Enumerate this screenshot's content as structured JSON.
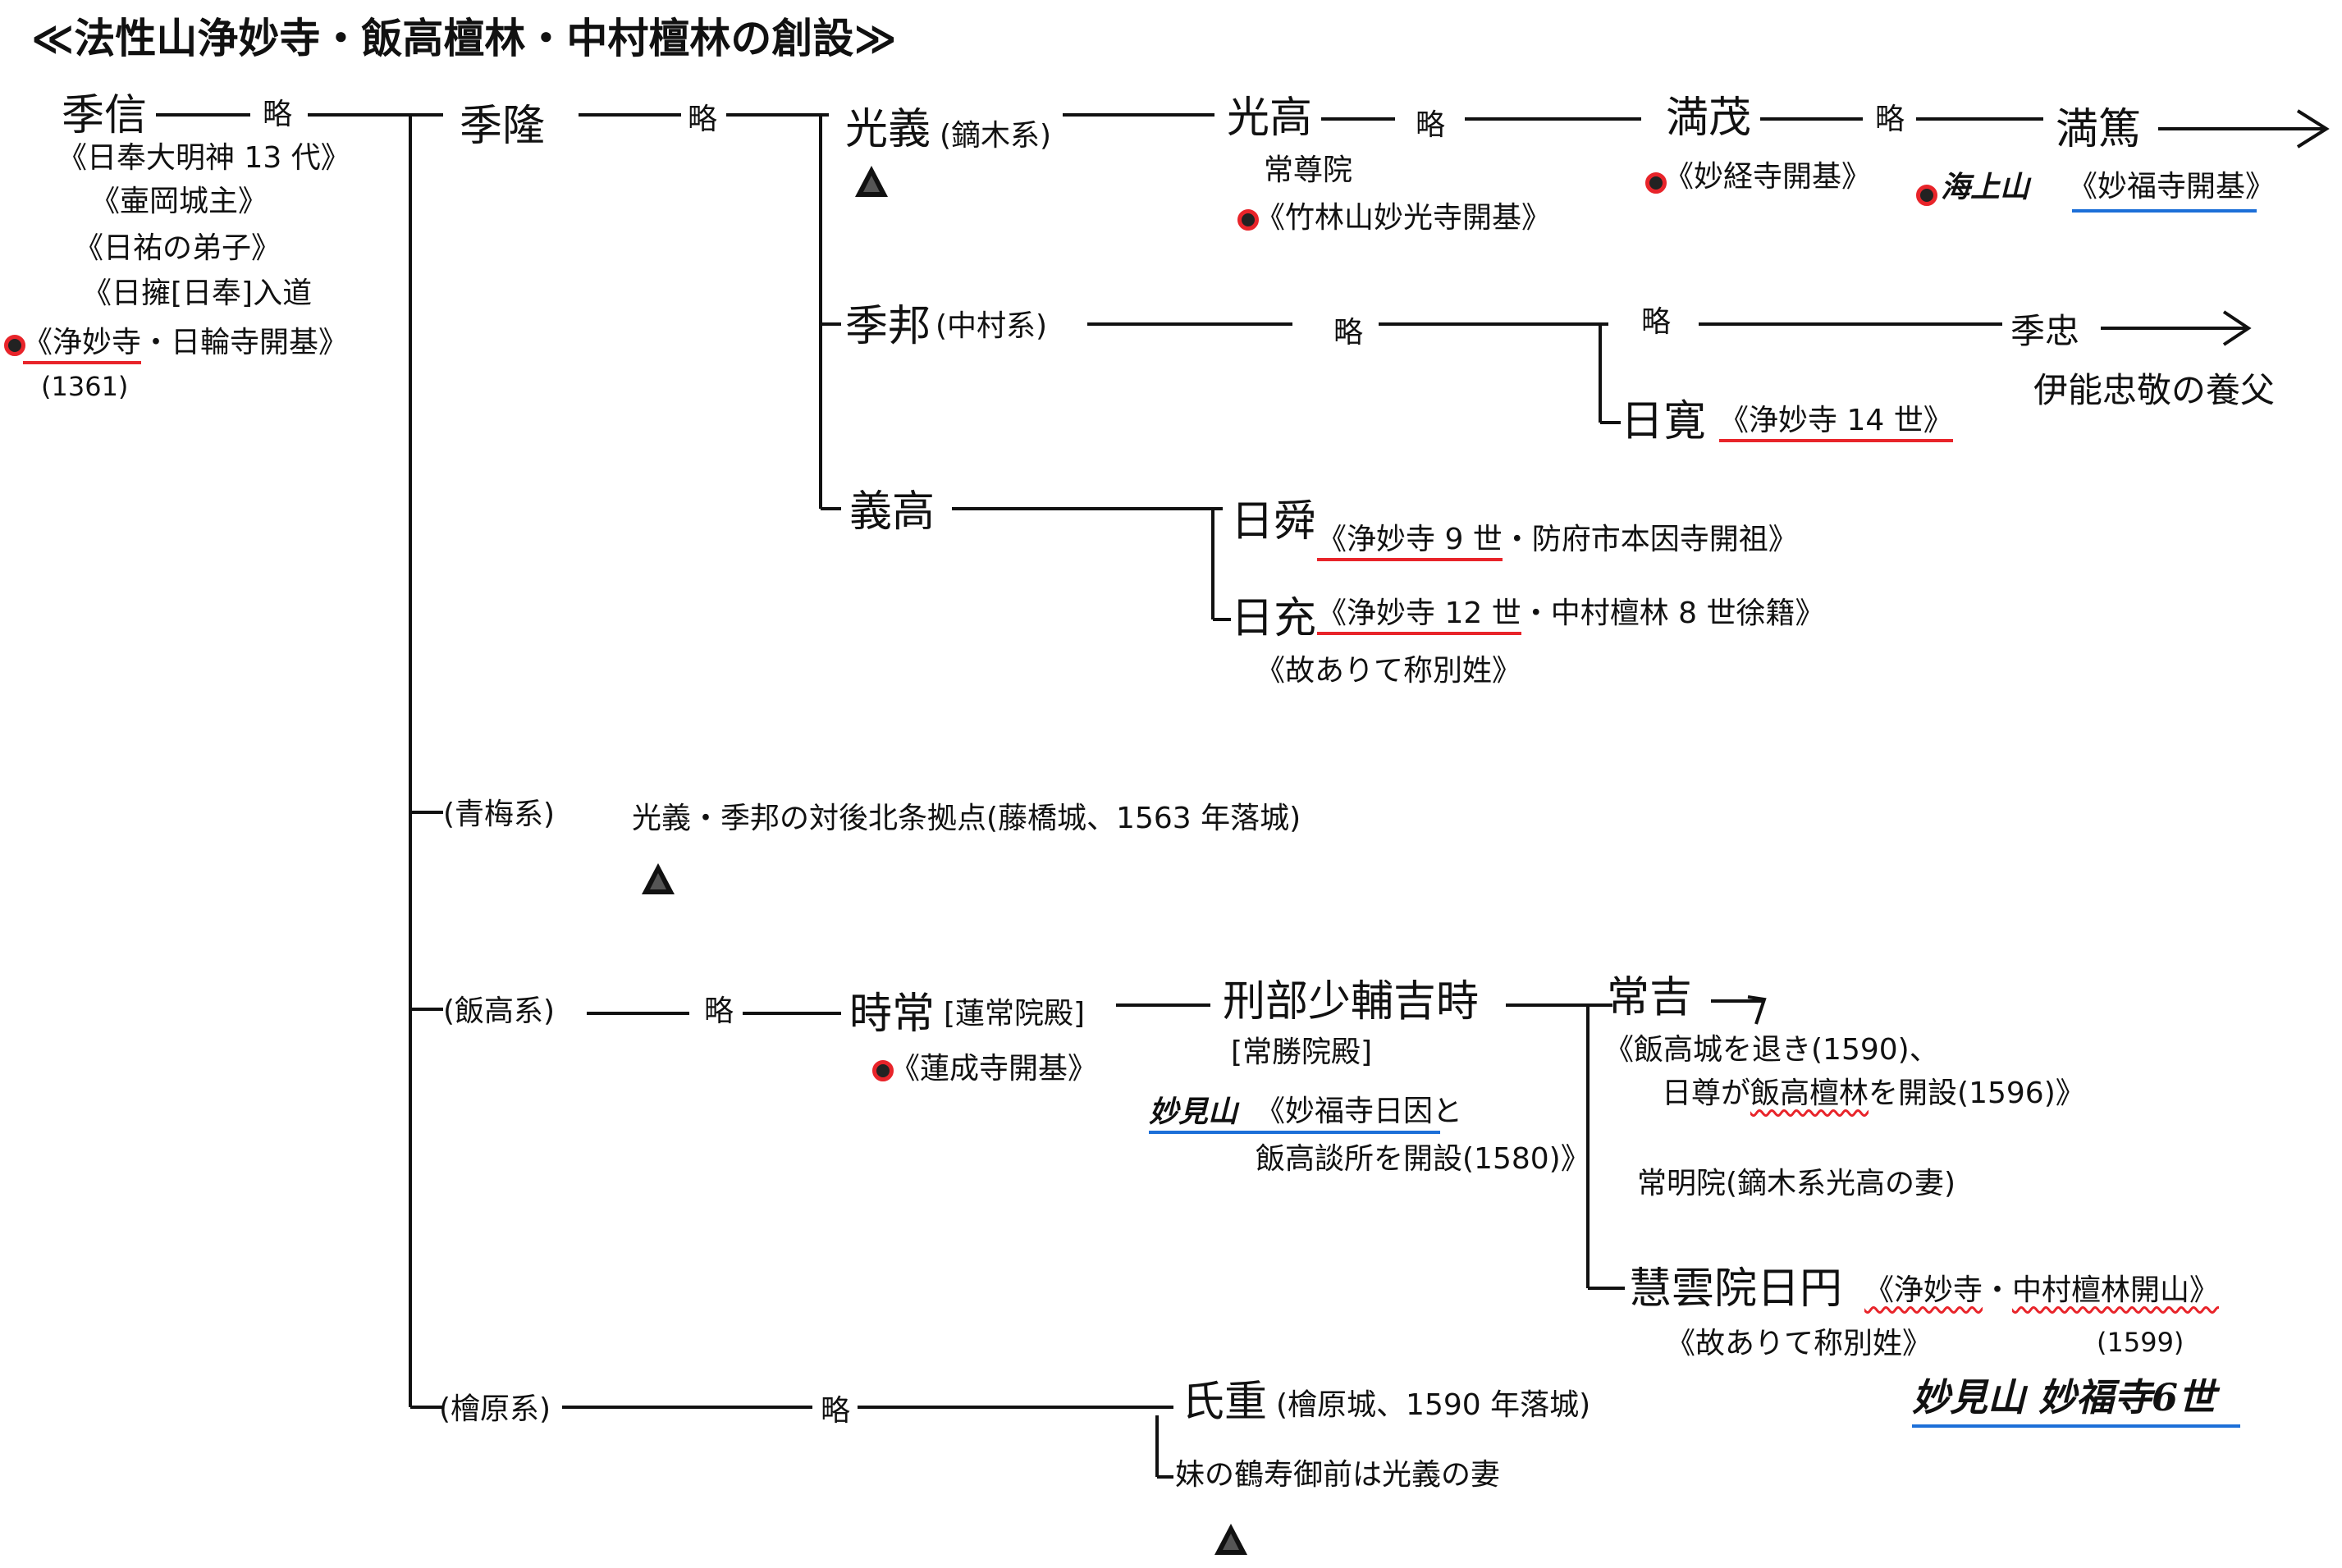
{
  "title": "≪法性山浄妙寺・飯高檀林・中村檀林の創設≫",
  "abbrev": "略",
  "suenobu": {
    "name": "季信",
    "n1": "《日奉大明神 13 代》",
    "n2": "《壷岡城主》",
    "n3": "《日祐の弟子》",
    "n4": "《日擁[日奉]入道",
    "n5_u": "《浄妙寺",
    "n5_r": "・日輪寺開基》",
    "year": "(1361)"
  },
  "suetaka": {
    "name": "季隆"
  },
  "mitsuyoshi": {
    "name": "光義",
    "lineage": "(鏑木系)"
  },
  "mitsutaka": {
    "name": "光高",
    "temple": "常尊院",
    "note": "《竹林山妙光寺開基》"
  },
  "mitsushige": {
    "name": "満茂",
    "note": "《妙経寺開基》"
  },
  "mitsuatsu": {
    "name": "満篤",
    "hand": "海上山",
    "note": "《妙福寺開基》"
  },
  "suekuni": {
    "name": "季邦",
    "lineage": "(中村系)"
  },
  "suetada": {
    "name": "季忠",
    "note": "伊能忠敬の養父"
  },
  "nikkan": {
    "name": "日寛",
    "note": "《浄妙寺 14 世》"
  },
  "yoshitaka": {
    "name": "義高"
  },
  "nisshun": {
    "name": "日舜",
    "note_u": "《浄妙寺 9 世",
    "note_r": "・防府市本因寺開祖》"
  },
  "nichiju": {
    "name": "日充",
    "note_u": "《浄妙寺 12 世",
    "note_r": "・中村檀林 8 世徐籍》",
    "note2": "《故ありて称別姓》"
  },
  "aoume": {
    "label": "(青梅系)",
    "note": "光義・季邦の対後北条拠点(藤橋城、1563 年落城)"
  },
  "iidaka": {
    "label": "(飯高系)"
  },
  "tokitsune": {
    "name": "時常",
    "title": "[蓮常院殿]",
    "note": "《蓮成寺開基》"
  },
  "yoshitoki": {
    "name": "刑部少輔吉時",
    "title": "[常勝院殿]",
    "hand": "妙見山",
    "note1": "《妙福寺日因と",
    "note2": "飯高談所を開設(1580)》"
  },
  "tsuneyoshi": {
    "name": "常吉",
    "note1": "《飯高城を退き(1590)、",
    "note2a": "日尊が",
    "note2u": "飯高檀林",
    "note2b": "を開設(1596)》"
  },
  "joumyouin": {
    "note": "常明院(鏑木系光高の妻)"
  },
  "eunin": {
    "name": "慧雲院日円",
    "note_u1": "《浄妙寺",
    "note_mid": "・",
    "note_u2": "中村檀林開山》",
    "year": "(1599)",
    "note2": "《故ありて称別姓》",
    "hand": "妙見山 妙福寺6世"
  },
  "hinokihara": {
    "label": "(檜原系)"
  },
  "ujishige": {
    "name": "氏重",
    "note": "(檜原城、1590 年落城)",
    "note2": "妹の鶴寿御前は光義の妻"
  }
}
